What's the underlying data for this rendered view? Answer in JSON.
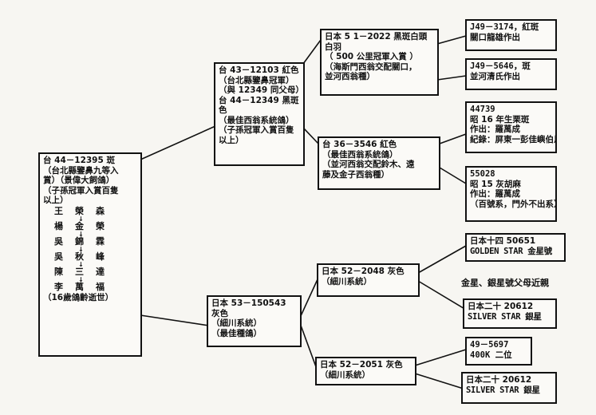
{
  "root": {
    "lines": [
      "台 44－12395 斑",
      "（台北縣鑒鼻九等入",
      "賞）（景偉大飼鴿）",
      "（子孫冠軍入賞百隻",
      "以上）"
    ],
    "lineage": [
      "王　榮　森",
      "　　　↓",
      "楊　金　榮",
      "　　　↓",
      "吳　錦　霖",
      "　　　↓",
      "吳　秋　峰",
      "　　　↓",
      "陳　三　達",
      "　　　↓",
      "李　萬　福"
    ],
    "footer": "（16歲鴿齡逝世）"
  },
  "sire": {
    "lines": [
      "台 43－12103 紅色",
      "（台北縣鑒鼻冠軍）",
      "（與 12349 同父母）",
      "台 44－12349 黑斑",
      "色",
      "（最佳西翁系統鴿）",
      "（子孫冠軍入賞百隻",
      "以上）"
    ]
  },
  "sire_sire": {
    "lines": [
      "日本 5 1－2022 黑斑白頭",
      "白羽",
      "（ 500 公里冠軍入賞 ）",
      "（海斯門西翁交配關口，",
      "並河西翁種）"
    ]
  },
  "ss_sire": {
    "lines": [
      "J49－3174，紅斑",
      "關口龍雄作出"
    ]
  },
  "ss_dam": {
    "lines": [
      "J49－5646，斑",
      "並河清氏作出"
    ]
  },
  "sire_dam": {
    "lines": [
      "台 36－3546 紅色",
      "（最佳西翁系統鴿）",
      "（並河西翁交配鈴木、遠",
      "藤及金子西翁種）"
    ]
  },
  "sd_sire": {
    "lines": [
      "44739",
      "昭 16 年生栗斑",
      "作出：羅萬成",
      "紀錄：屏東一彭佳嶼伯馬"
    ]
  },
  "sd_dam": {
    "lines": [
      "55028",
      "昭 15 灰胡麻",
      "作出：羅萬成",
      "（百號系，門外不出系）"
    ]
  },
  "dam": {
    "lines": [
      "日本 53－150543",
      "灰色",
      "（細川系統）",
      "（最佳種鴿）"
    ]
  },
  "dam_sire": {
    "lines": [
      "日本 52－2048 灰色",
      "（細川系統）"
    ]
  },
  "ds_sire": {
    "lines": [
      "日本十四 50651",
      "GOLDEN STAR 金星號"
    ]
  },
  "ds_dam": {
    "lines": [
      "日本二十 20612",
      "SILVER STAR 銀星"
    ]
  },
  "note": "金星、銀星號父母近親",
  "dam_dam": {
    "lines": [
      "日本 52－2051 灰色",
      "（細川系統）"
    ]
  },
  "dd_sire": {
    "lines": [
      "49－5697",
      "400K 二位"
    ]
  },
  "dd_dam": {
    "lines": [
      "日本二十 20612",
      "SILVER STAR 銀星"
    ]
  }
}
